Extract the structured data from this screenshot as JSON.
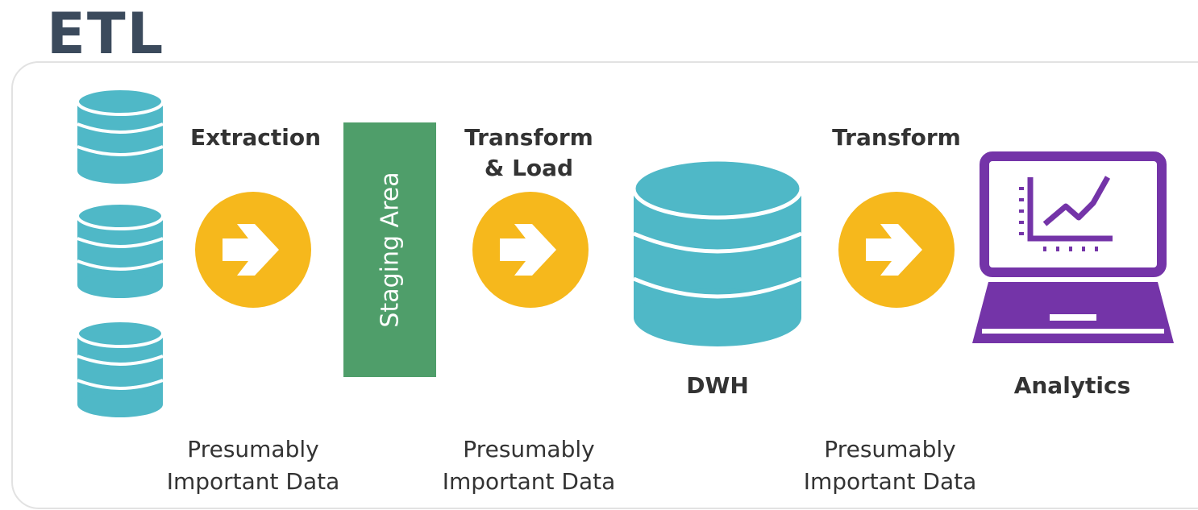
{
  "title": "ETL",
  "colors": {
    "cylinder": "#4fb8c7",
    "arrow_circle": "#f6b81c",
    "staging": "#4f9e6a",
    "laptop": "#7434a8",
    "text": "#333333",
    "title": "#3b4a5c"
  },
  "icons": [
    "database-icon",
    "arrow-right-circle-icon",
    "laptop-chart-icon"
  ],
  "steps": {
    "extraction": "Extraction",
    "transform_load_line1": "Transform",
    "transform_load_line2": "& Load",
    "transform": "Transform"
  },
  "nodes": {
    "staging": "Staging Area",
    "dwh": "DWH",
    "analytics": "Analytics"
  },
  "notes": {
    "line1": "Presumably",
    "line2": "Important Data"
  }
}
